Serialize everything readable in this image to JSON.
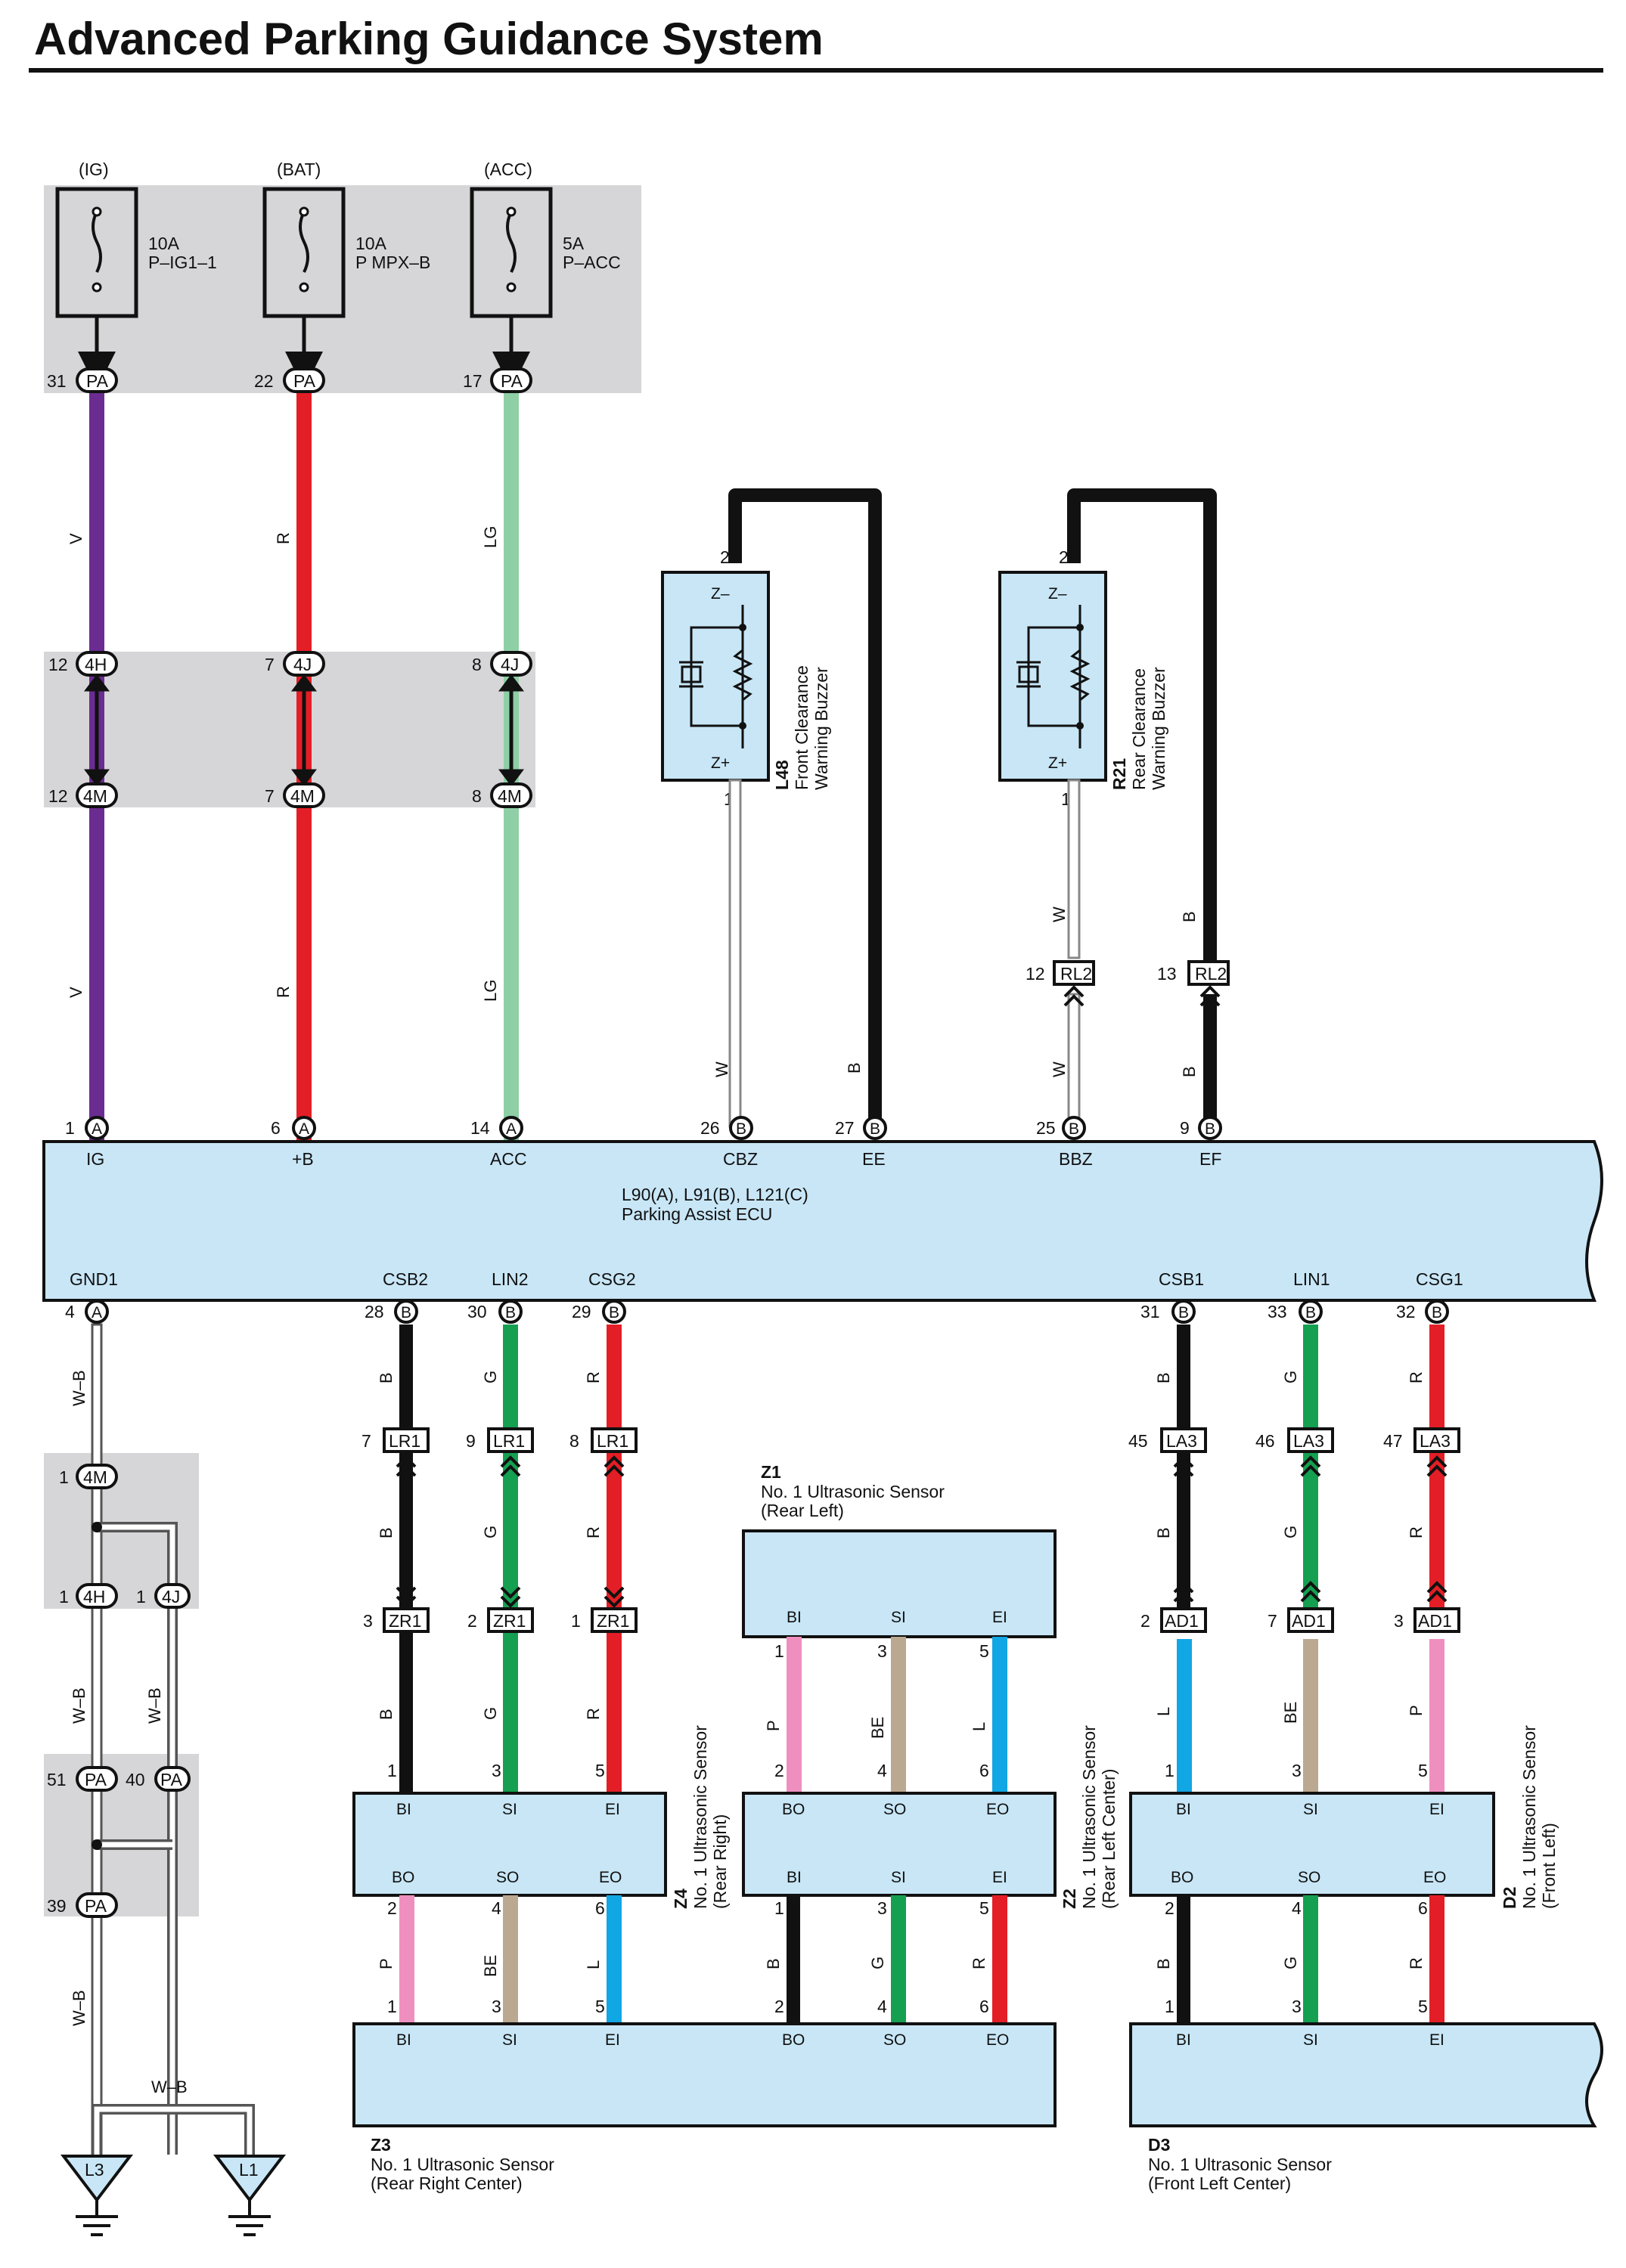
{
  "title": "Advanced Parking Guidance System",
  "power": {
    "sources": [
      {
        "source": "(IG)",
        "amp": "10A",
        "fuse": "P–IG1–1",
        "pin": "31",
        "conn": "PA"
      },
      {
        "source": "(BAT)",
        "amp": "10A",
        "fuse": "P MPX–B",
        "pin": "22",
        "conn": "PA"
      },
      {
        "source": "(ACC)",
        "amp": "5A",
        "fuse": "P–ACC",
        "pin": "17",
        "conn": "PA"
      }
    ],
    "wire_labels": [
      "V",
      "R",
      "LG"
    ],
    "junction_top": [
      {
        "pin": "12",
        "conn": "4H"
      },
      {
        "pin": "7",
        "conn": "4J"
      },
      {
        "pin": "8",
        "conn": "4J"
      }
    ],
    "junction_bottom": [
      {
        "pin": "12",
        "conn": "4M"
      },
      {
        "pin": "7",
        "conn": "4M"
      },
      {
        "pin": "8",
        "conn": "4M"
      }
    ]
  },
  "buzzers": [
    {
      "id": "L48",
      "name1": "Front Clearance",
      "name2": "Warning Buzzer",
      "pin_top": "2",
      "pin_bottom": "1",
      "zminus": "Z–",
      "zplus": "Z+"
    },
    {
      "id": "R21",
      "name1": "Rear Clearance",
      "name2": "Warning Buzzer",
      "pin_top": "2",
      "pin_bottom": "1",
      "zminus": "Z–",
      "zplus": "Z+"
    }
  ],
  "rl2": [
    {
      "pin": "12",
      "conn": "RL2"
    },
    {
      "pin": "13",
      "conn": "RL2"
    }
  ],
  "buzzer_wire_labels": {
    "w": "W",
    "b": "B"
  },
  "ecu": {
    "id": "L90(A), L91(B), L121(C)",
    "name": "Parking Assist ECU",
    "top_pins": [
      {
        "num": "1",
        "conn": "A",
        "name": "IG"
      },
      {
        "num": "6",
        "conn": "A",
        "name": "+B"
      },
      {
        "num": "14",
        "conn": "A",
        "name": "ACC"
      },
      {
        "num": "26",
        "conn": "B",
        "name": "CBZ"
      },
      {
        "num": "27",
        "conn": "B",
        "name": "EE"
      },
      {
        "num": "25",
        "conn": "B",
        "name": "BBZ"
      },
      {
        "num": "9",
        "conn": "B",
        "name": "EF"
      }
    ],
    "bottom_pins": [
      {
        "num": "4",
        "conn": "A",
        "name": "GND1"
      },
      {
        "num": "28",
        "conn": "B",
        "name": "CSB2"
      },
      {
        "num": "30",
        "conn": "B",
        "name": "LIN2"
      },
      {
        "num": "29",
        "conn": "B",
        "name": "CSG2"
      },
      {
        "num": "31",
        "conn": "B",
        "name": "CSB1"
      },
      {
        "num": "33",
        "conn": "B",
        "name": "LIN1"
      },
      {
        "num": "32",
        "conn": "B",
        "name": "CSG1"
      }
    ]
  },
  "ground": {
    "wire": "W–B",
    "j4m": {
      "pin": "1",
      "conn": "4M"
    },
    "j4h": {
      "pin": "1",
      "conn": "4H"
    },
    "j4j": {
      "pin": "1",
      "conn": "4J"
    },
    "pa51": {
      "pin": "51",
      "conn": "PA"
    },
    "pa40": {
      "pin": "40",
      "conn": "PA"
    },
    "pa39": {
      "pin": "39",
      "conn": "PA"
    },
    "gnd_points": [
      "L3",
      "L1"
    ]
  },
  "rear_chain": {
    "lr1": [
      {
        "pin": "7",
        "conn": "LR1"
      },
      {
        "pin": "9",
        "conn": "LR1"
      },
      {
        "pin": "8",
        "conn": "LR1"
      }
    ],
    "zr1": [
      {
        "pin": "3",
        "conn": "ZR1"
      },
      {
        "pin": "2",
        "conn": "ZR1"
      },
      {
        "pin": "1",
        "conn": "ZR1"
      }
    ],
    "wire_labels": [
      "B",
      "G",
      "R"
    ]
  },
  "front_chain": {
    "la3": [
      {
        "pin": "45",
        "conn": "LA3"
      },
      {
        "pin": "46",
        "conn": "LA3"
      },
      {
        "pin": "47",
        "conn": "LA3"
      }
    ],
    "ad1": [
      {
        "pin": "2",
        "conn": "AD1"
      },
      {
        "pin": "7",
        "conn": "AD1"
      },
      {
        "pin": "3",
        "conn": "AD1"
      }
    ],
    "upper_labels": [
      "B",
      "G",
      "R"
    ],
    "lower_labels": [
      "L",
      "BE",
      "P"
    ]
  },
  "sensors": {
    "z1": {
      "id": "Z1",
      "name": "No. 1 Ultrasonic Sensor",
      "pos": "(Rear Left)"
    },
    "z4": {
      "id": "Z4",
      "name": "No. 1 Ultrasonic Sensor",
      "pos": "(Rear Right)"
    },
    "z2": {
      "id": "Z2",
      "name": "No. 1 Ultrasonic Sensor",
      "pos": "(Rear Left Center)"
    },
    "d2": {
      "id": "D2",
      "name": "No. 1 Ultrasonic Sensor",
      "pos": "(Front Left)"
    },
    "z3": {
      "id": "Z3",
      "name": "No. 1 Ultrasonic Sensor",
      "pos": "(Rear Right Center)"
    },
    "d3": {
      "id": "D3",
      "name": "No. 1 Ultrasonic Sensor",
      "pos": "(Front Left Center)"
    }
  },
  "terminals": {
    "bi": "BI",
    "si": "SI",
    "ei": "EI",
    "bo": "BO",
    "so": "SO",
    "eo": "EO"
  },
  "colors": {
    "violet": "#6a2c91",
    "red": "#e41e26",
    "lightgreen": "#8ecfa6",
    "green": "#14a050",
    "black": "#111111",
    "pink": "#ef8fbf",
    "beige": "#bba890",
    "blue": "#11a6e4",
    "box": "#c8e6f6",
    "shade": "#d6d6d8"
  }
}
